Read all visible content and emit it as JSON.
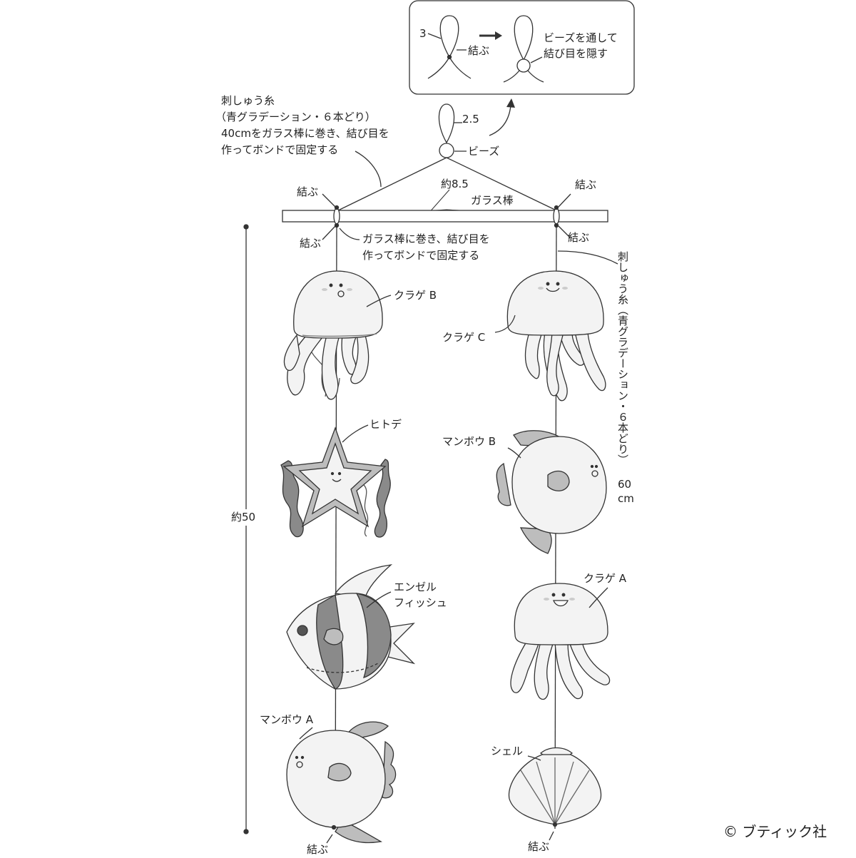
{
  "inset": {
    "loop_len": "3",
    "step1": "結ぶ",
    "step2_l1": "ビーズを通して",
    "step2_l2": "結び目を隠す"
  },
  "hanger": {
    "loop_len": "2.5",
    "bead": "ビーズ",
    "width": "約8.5",
    "rod": "ガラス棒",
    "tie_left_top": "結ぶ",
    "tie_right_top": "結ぶ",
    "tie_left_bottom": "結ぶ",
    "tie_right_bottom": "結ぶ",
    "thread_note_l1": "刺しゅう糸",
    "thread_note_l2": "（青グラデーション・６本どり）",
    "thread_note_l3": "40cmをガラス棒に巻き、結び目を",
    "thread_note_l4": "作ってボンドで固定する",
    "wrap_note_l1": "ガラス棒に巻き、結び目を",
    "wrap_note_l2": "作ってボンドで固定する",
    "right_thread_vertical": "刺しゅう糸（青グラデーション・６本どり）",
    "right_thread_len": "60",
    "right_thread_unit": "cm"
  },
  "dimension": {
    "length": "約50"
  },
  "left_strand": {
    "item1": "クラゲ B",
    "item2": "ヒトデ",
    "item3_l1": "エンゼル",
    "item3_l2": "フィッシュ",
    "item4": "マンボウ A",
    "end_tie": "結ぶ"
  },
  "right_strand": {
    "item1": "クラゲ C",
    "item2": "マンボウ B",
    "item3": "クラゲ A",
    "item4": "シェル",
    "end_tie": "結ぶ"
  },
  "copyright": "ブティック社",
  "colors": {
    "light_fill": "#f2f2f2",
    "mid_gray": "#bdbdbd",
    "dark_gray": "#8a8a8a",
    "line": "#333333"
  }
}
